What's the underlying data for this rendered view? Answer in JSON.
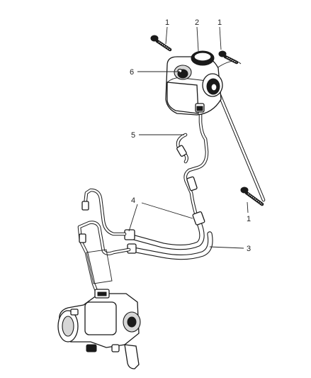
{
  "callouts": {
    "bolt_top_left": "1",
    "bolt_top_right": "1",
    "bolt_lower_right": "1",
    "pulley": "2",
    "return_hose": "3",
    "hose_clamps": "4",
    "pressure_line": "5",
    "pump_reservoir": "6"
  },
  "colors": {
    "line": "#1a1a1a",
    "background": "#ffffff"
  }
}
